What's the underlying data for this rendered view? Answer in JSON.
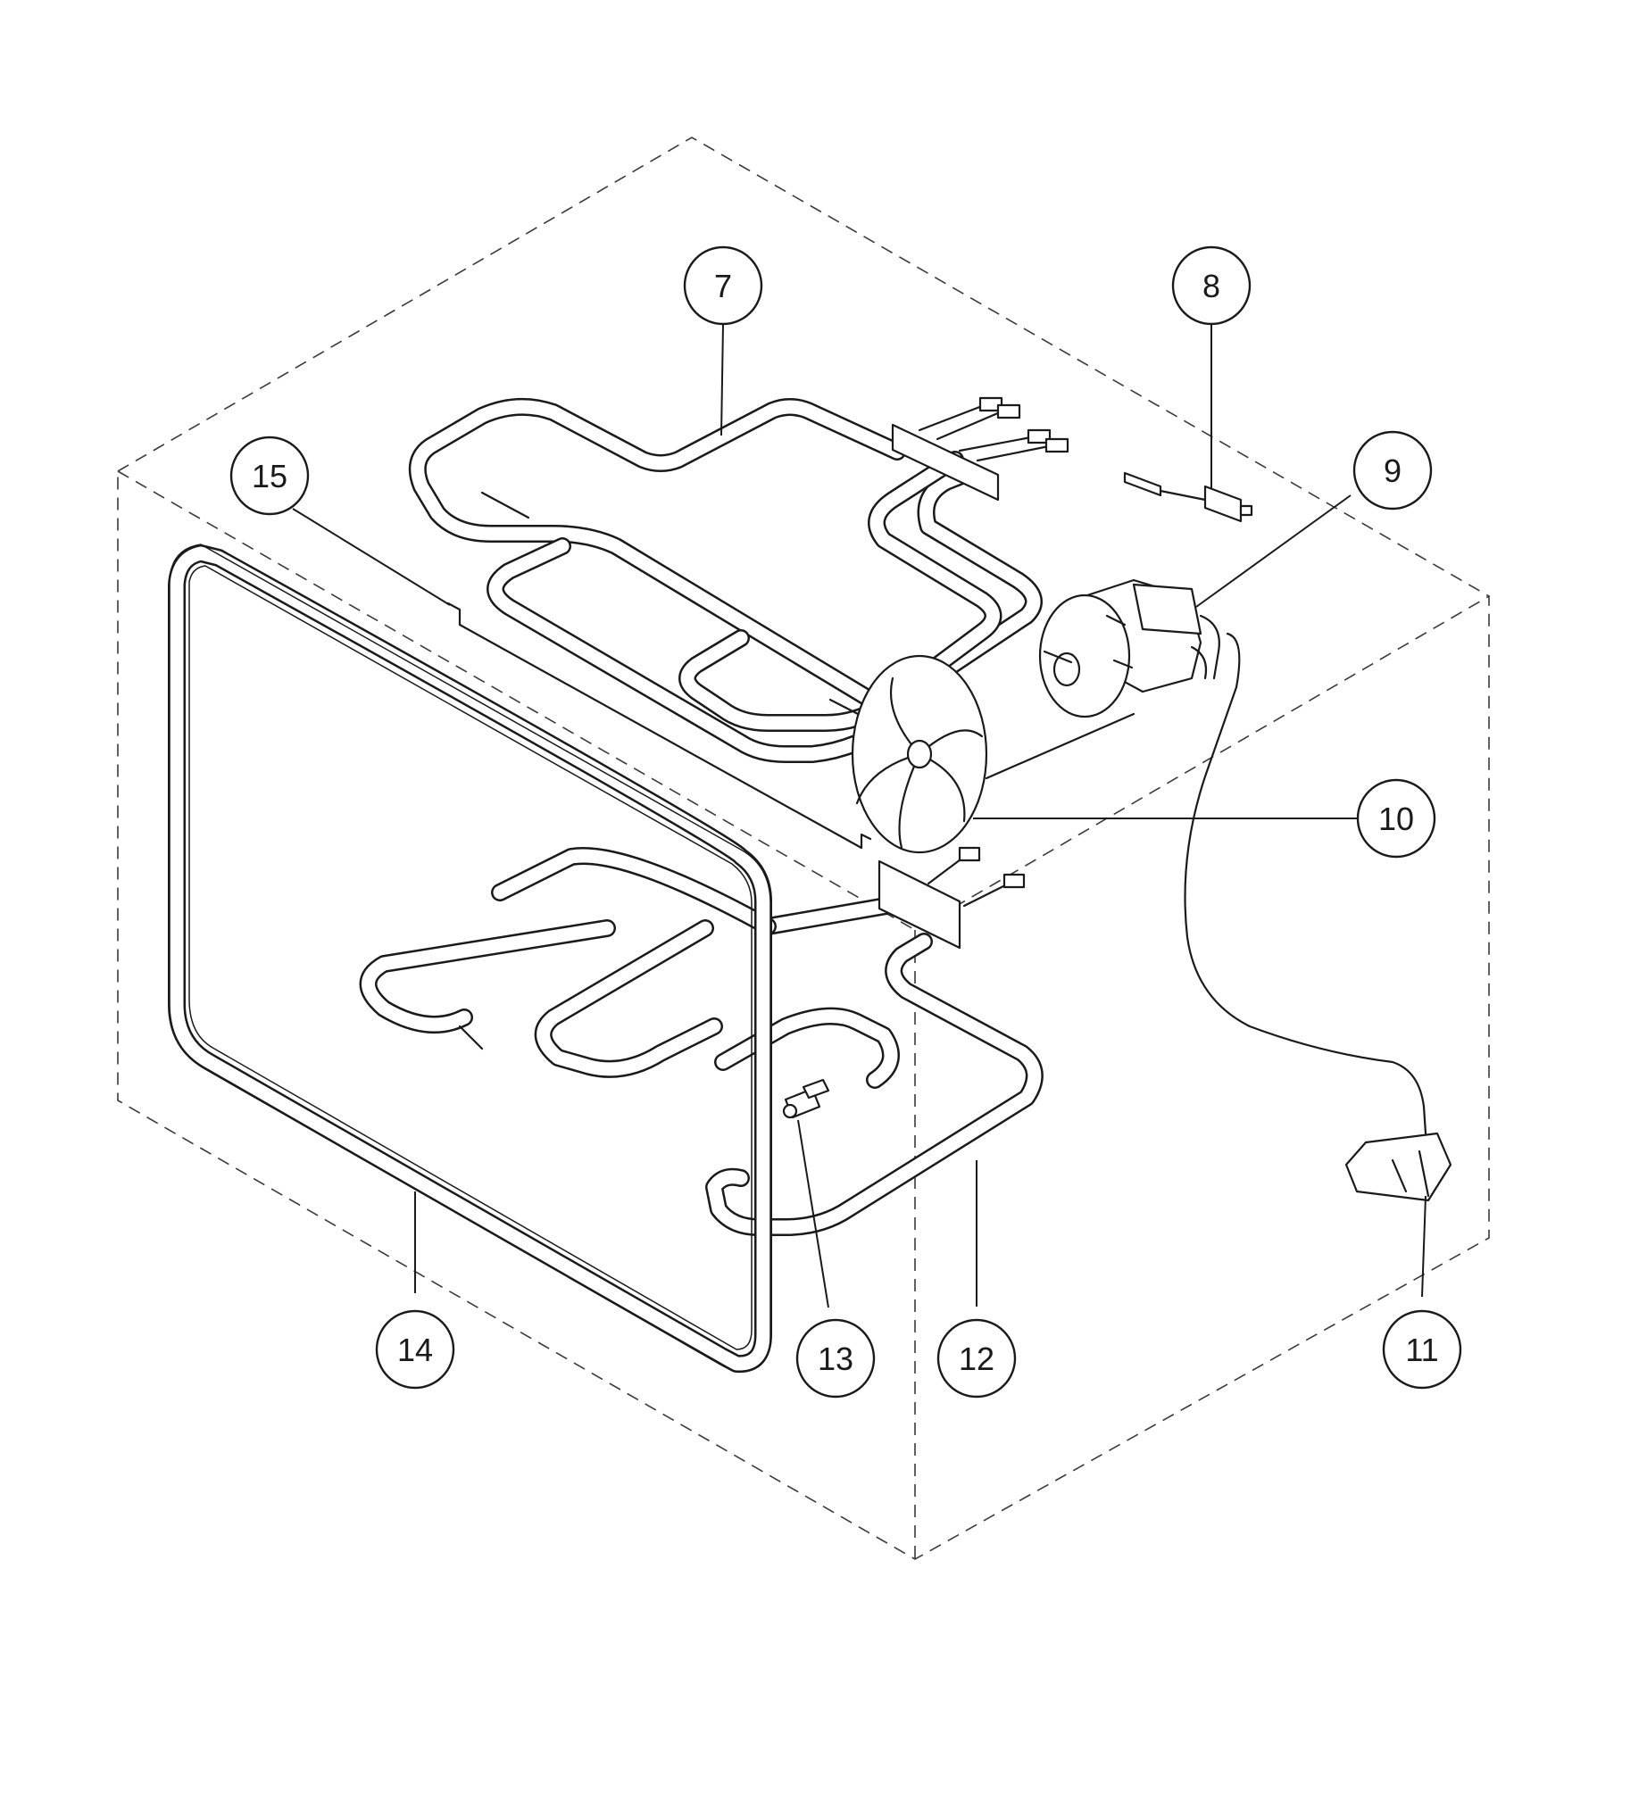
{
  "callouts": [
    {
      "id": "7",
      "label": "7"
    },
    {
      "id": "8",
      "label": "8"
    },
    {
      "id": "9",
      "label": "9"
    },
    {
      "id": "10",
      "label": "10"
    },
    {
      "id": "11",
      "label": "11"
    },
    {
      "id": "12",
      "label": "12"
    },
    {
      "id": "13",
      "label": "13"
    },
    {
      "id": "14",
      "label": "14"
    },
    {
      "id": "15",
      "label": "15"
    }
  ]
}
